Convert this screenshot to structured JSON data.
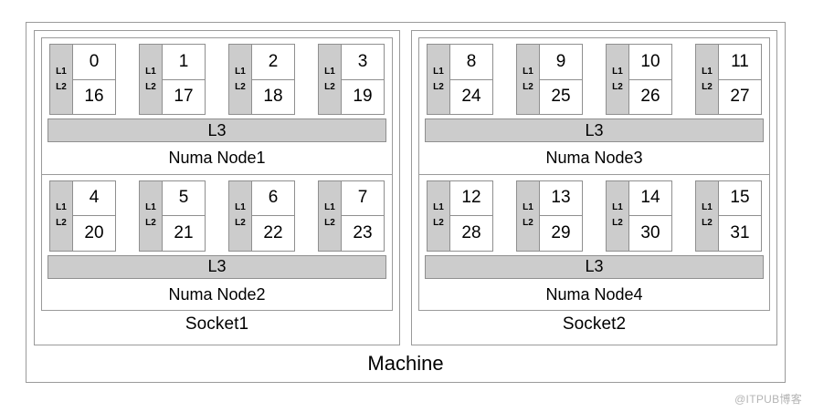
{
  "machine": {
    "label": "Machine",
    "colors": {
      "cache_gray": "#cccccc",
      "border": "#8f8f8f",
      "outer_border": "#9a9a9a",
      "background": "#ffffff",
      "watermark": "#b4b4b4"
    },
    "sockets": [
      {
        "label": "Socket1",
        "numa_nodes": [
          {
            "label": "Numa Node1",
            "l3_label": "L3",
            "cores": [
              {
                "l1_label": "L1",
                "l2_label": "L2",
                "pu_top": "0",
                "pu_bottom": "16"
              },
              {
                "l1_label": "L1",
                "l2_label": "L2",
                "pu_top": "1",
                "pu_bottom": "17"
              },
              {
                "l1_label": "L1",
                "l2_label": "L2",
                "pu_top": "2",
                "pu_bottom": "18"
              },
              {
                "l1_label": "L1",
                "l2_label": "L2",
                "pu_top": "3",
                "pu_bottom": "19"
              }
            ]
          },
          {
            "label": "Numa Node2",
            "l3_label": "L3",
            "cores": [
              {
                "l1_label": "L1",
                "l2_label": "L2",
                "pu_top": "4",
                "pu_bottom": "20"
              },
              {
                "l1_label": "L1",
                "l2_label": "L2",
                "pu_top": "5",
                "pu_bottom": "21"
              },
              {
                "l1_label": "L1",
                "l2_label": "L2",
                "pu_top": "6",
                "pu_bottom": "22"
              },
              {
                "l1_label": "L1",
                "l2_label": "L2",
                "pu_top": "7",
                "pu_bottom": "23"
              }
            ]
          }
        ]
      },
      {
        "label": "Socket2",
        "numa_nodes": [
          {
            "label": "Numa Node3",
            "l3_label": "L3",
            "cores": [
              {
                "l1_label": "L1",
                "l2_label": "L2",
                "pu_top": "8",
                "pu_bottom": "24"
              },
              {
                "l1_label": "L1",
                "l2_label": "L2",
                "pu_top": "9",
                "pu_bottom": "25"
              },
              {
                "l1_label": "L1",
                "l2_label": "L2",
                "pu_top": "10",
                "pu_bottom": "26"
              },
              {
                "l1_label": "L1",
                "l2_label": "L2",
                "pu_top": "11",
                "pu_bottom": "27"
              }
            ]
          },
          {
            "label": "Numa Node4",
            "l3_label": "L3",
            "cores": [
              {
                "l1_label": "L1",
                "l2_label": "L2",
                "pu_top": "12",
                "pu_bottom": "28"
              },
              {
                "l1_label": "L1",
                "l2_label": "L2",
                "pu_top": "13",
                "pu_bottom": "29"
              },
              {
                "l1_label": "L1",
                "l2_label": "L2",
                "pu_top": "14",
                "pu_bottom": "30"
              },
              {
                "l1_label": "L1",
                "l2_label": "L2",
                "pu_top": "15",
                "pu_bottom": "31"
              }
            ]
          }
        ]
      }
    ]
  },
  "watermark": {
    "text": "@ITPUB博客"
  }
}
